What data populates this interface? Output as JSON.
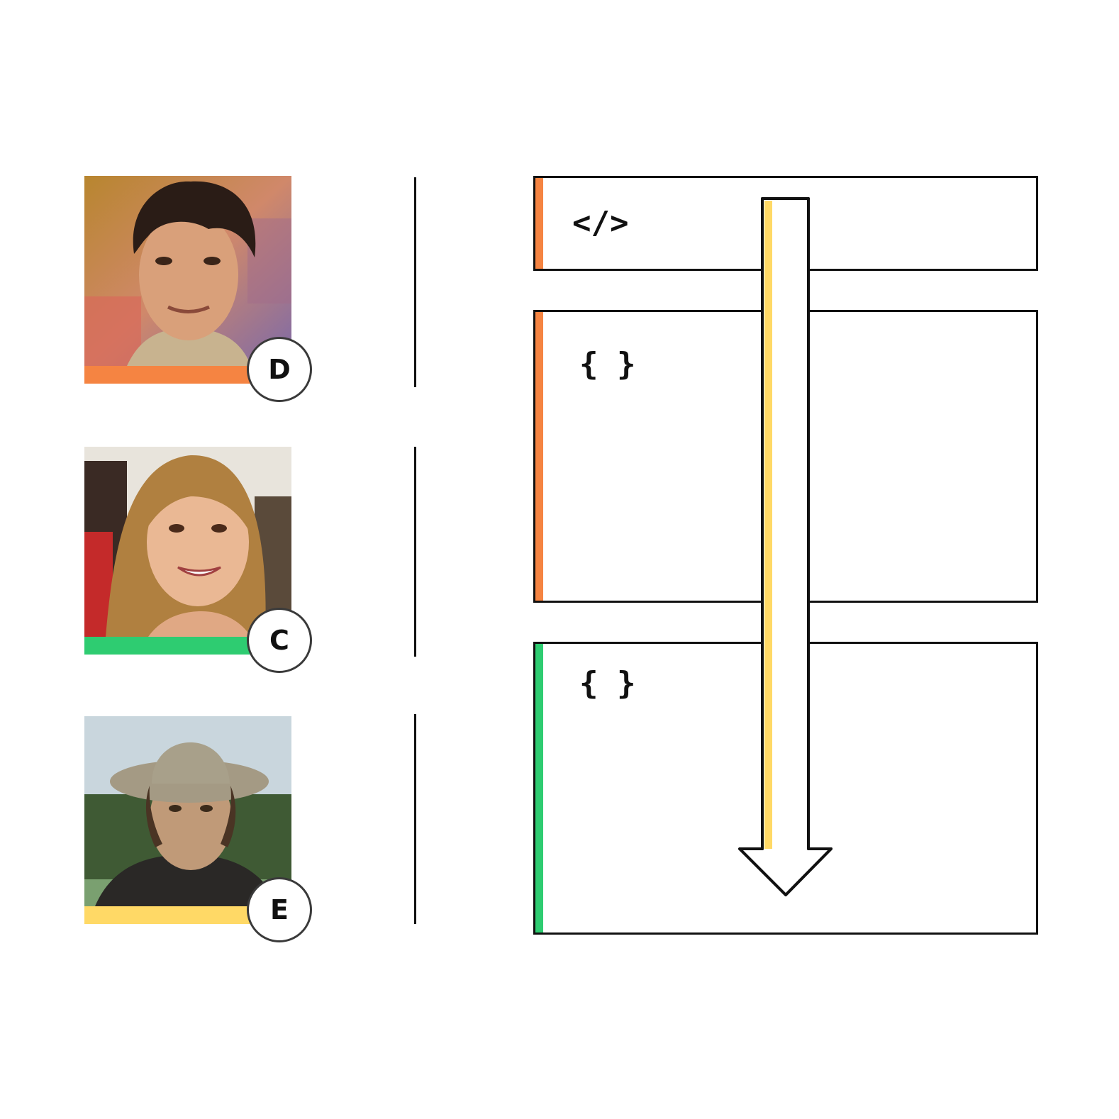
{
  "people": [
    {
      "letter": "D",
      "color": "#F58442"
    },
    {
      "letter": "C",
      "color": "#2ECC71"
    },
    {
      "letter": "E",
      "color": "#FFD966"
    }
  ],
  "code_blocks": [
    {
      "glyph": "</>",
      "accent": "#F58442"
    },
    {
      "glyph": "{ }",
      "accent": "#F58442"
    },
    {
      "glyph": "{ }",
      "accent": "#2ECC71"
    }
  ],
  "arrow": {
    "icon": "down-arrow-icon",
    "stripe_color": "#FFD966"
  }
}
